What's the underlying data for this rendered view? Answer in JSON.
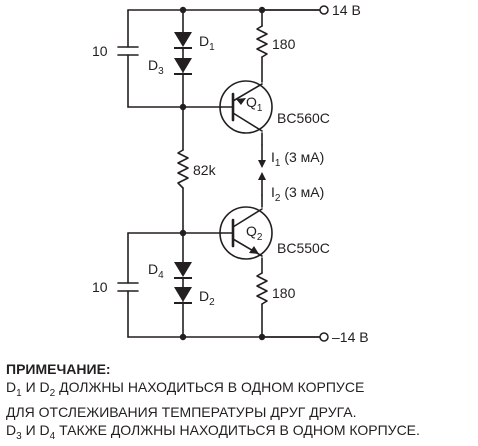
{
  "circuit": {
    "supply_positive": "14 В",
    "supply_negative": "–14 В",
    "cap_top": "10",
    "cap_bottom": "10",
    "d1": "D",
    "d1_sub": "1",
    "d2": "D",
    "d2_sub": "2",
    "d3": "D",
    "d3_sub": "3",
    "d4": "D",
    "d4_sub": "4",
    "r_top": "180",
    "r_bottom": "180",
    "r_mid": "82k",
    "q1": "Q",
    "q1_sub": "1",
    "q2": "Q",
    "q2_sub": "2",
    "q1_part": "BC560C",
    "q2_part": "BC550C",
    "i1": "I",
    "i1_sub": "1",
    "i1_value": " (3 мА)",
    "i2": "I",
    "i2_sub": "2",
    "i2_value": " (3 мА)"
  },
  "note": {
    "title": "ПРИМЕЧАНИЕ:",
    "l1_a": "D",
    "l1_sub1": "1",
    "l1_b": " И D",
    "l1_sub2": "2",
    "l1_c": " ДОЛЖНЫ НАХОДИТЬСЯ В ОДНОМ КОРПУСЕ",
    "l2": "ДЛЯ ОТСЛЕЖИВАНИЯ ТЕМПЕРАТУРЫ ДРУГ ДРУГА.",
    "l3_a": "D",
    "l3_sub1": "3",
    "l3_b": " И D",
    "l3_sub2": "4",
    "l3_c": " ТАКЖЕ ДОЛЖНЫ НАХОДИТЬСЯ В ОДНОМ КОРПУСЕ."
  }
}
